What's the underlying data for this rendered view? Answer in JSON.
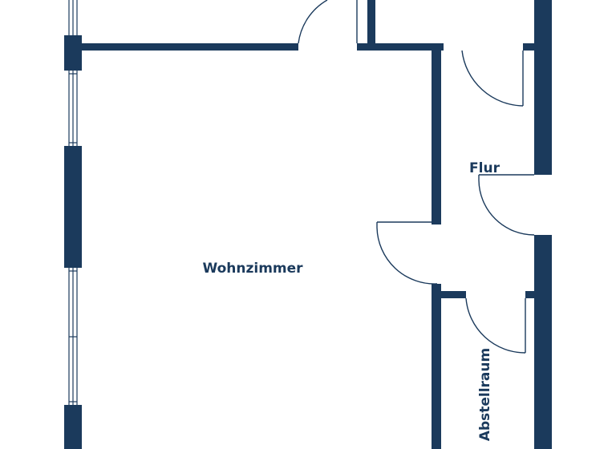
{
  "plan": {
    "wall_color": "#1b3a5c",
    "background_color": "#ffffff",
    "rooms": {
      "living_room": "Wohnzimmer",
      "hallway": "Flur",
      "storage": "Abstellraum"
    }
  }
}
